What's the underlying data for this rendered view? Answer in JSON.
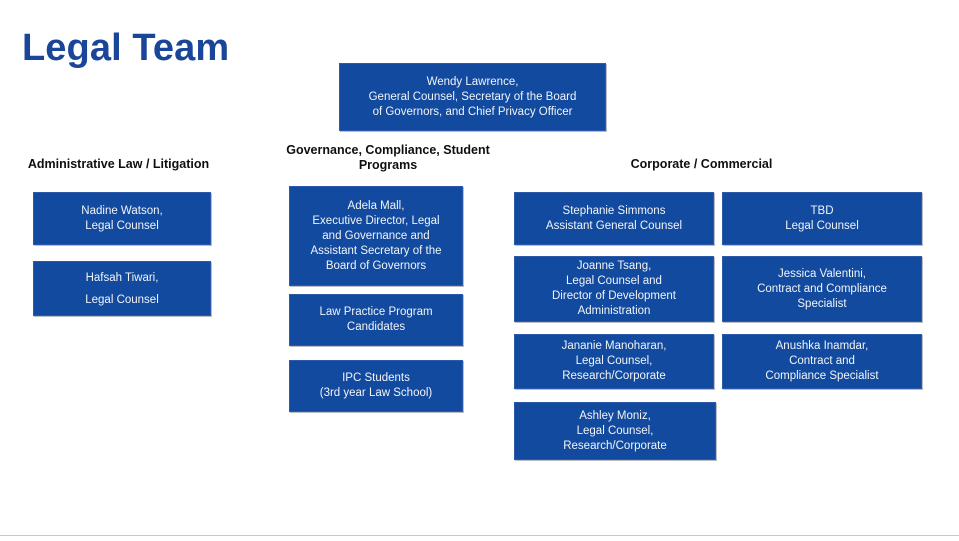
{
  "slide": {
    "title": "Legal Team",
    "title_color": "#1a4699",
    "box_color": "#114a9e",
    "box_text_color": "#f2f4f8",
    "background_color": "#ffffff",
    "footer_rule_color": "#c8c8c8"
  },
  "root": {
    "text": "Wendy Lawrence,\nGeneral Counsel, Secretary of the Board\nof Governors, and Chief Privacy Officer"
  },
  "columns": [
    {
      "id": "administrative-law-litigation",
      "header": "Administrative Law / Litigation",
      "boxes": [
        {
          "text": "Nadine Watson,\nLegal Counsel"
        },
        {
          "text": "Hafsah Tiwari,\nLegal Counsel"
        }
      ]
    },
    {
      "id": "governance-compliance-student-programs",
      "header": "Governance, Compliance, Student\nPrograms",
      "boxes": [
        {
          "text": "Adela Mall,\nExecutive Director, Legal\nand Governance and\nAssistant Secretary of the\nBoard of Governors"
        },
        {
          "text": "Law Practice Program\nCandidates"
        },
        {
          "text": "IPC Students\n(3rd year Law School)"
        }
      ]
    },
    {
      "id": "corporate-commercial",
      "header": "Corporate / Commercial",
      "boxes_left": [
        {
          "text": "Stephanie Simmons\nAssistant General Counsel"
        },
        {
          "text": "Joanne Tsang,\nLegal Counsel and\nDirector of Development\nAdministration"
        },
        {
          "text": "Jananie Manoharan,\nLegal Counsel,\nResearch/Corporate"
        },
        {
          "text": "Ashley Moniz,\nLegal Counsel,\nResearch/Corporate"
        }
      ],
      "boxes_right": [
        {
          "text": "TBD\nLegal Counsel"
        },
        {
          "text": "Jessica Valentini,\nContract and Compliance\nSpecialist"
        },
        {
          "text": "Anushka Inamdar,\nContract and\nCompliance Specialist"
        }
      ]
    }
  ]
}
